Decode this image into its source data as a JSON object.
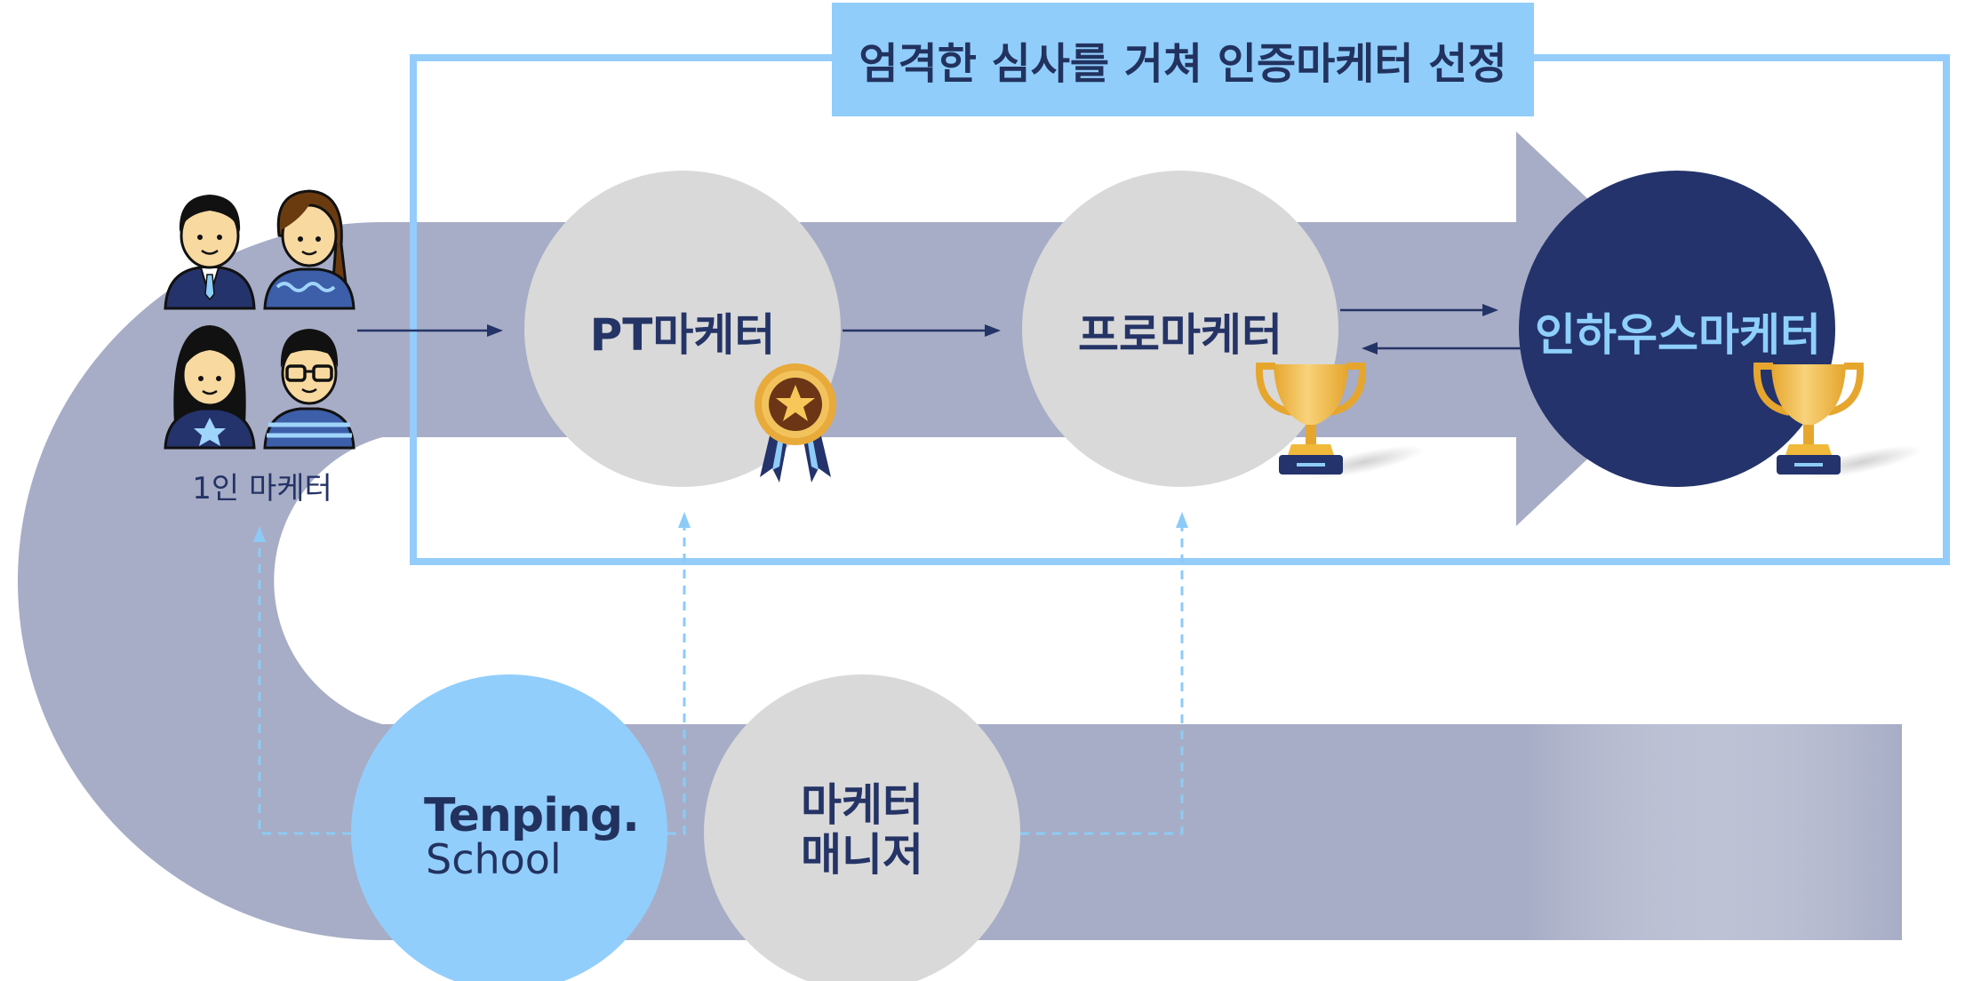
{
  "header": {
    "title": "엄격한 심사를 거쳐 인증마케터 선정"
  },
  "stages": {
    "solo": "1인 마케터",
    "pt": "PT마케터",
    "pro": "프로마케터",
    "inhouse": "인하우스마케터"
  },
  "support": {
    "school_brand": "Tenping.",
    "school_sub": "School",
    "manager_line1": "마케터",
    "manager_line2": "매니저"
  },
  "colors": {
    "navy": "#253466",
    "track": "#a7adc6",
    "light_blue": "#90cdfb",
    "circle_gray": "#d9d9d9",
    "gold": "#f0b93a"
  },
  "icons": [
    "person-icon",
    "medal-icon",
    "trophy-icon",
    "arrow-icon"
  ]
}
